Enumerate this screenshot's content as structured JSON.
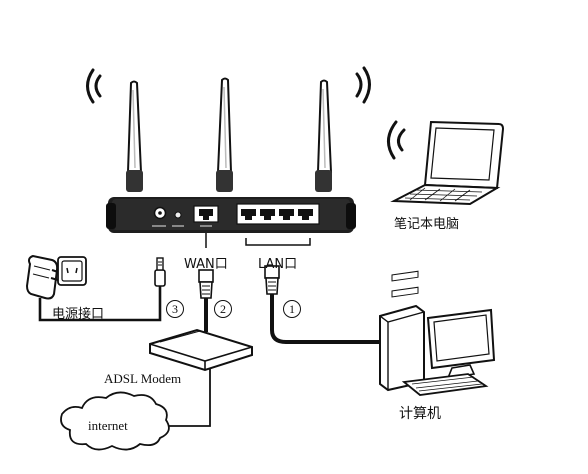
{
  "labels": {
    "power_port": "电源接口",
    "wan_port": "WAN口",
    "lan_port": "LAN口",
    "laptop": "笔记本电脑",
    "computer": "计算机",
    "modem": "ADSL Modem",
    "internet": "internet"
  },
  "markers": {
    "one": "1",
    "two": "2",
    "three": "3"
  },
  "icons": [
    "wifi-waves-icon",
    "antenna-icon",
    "router-icon",
    "ethernet-plug-icon",
    "power-adapter-icon",
    "wall-socket-icon",
    "modem-icon",
    "laptop-icon",
    "desktop-computer-icon",
    "cloud-icon"
  ]
}
